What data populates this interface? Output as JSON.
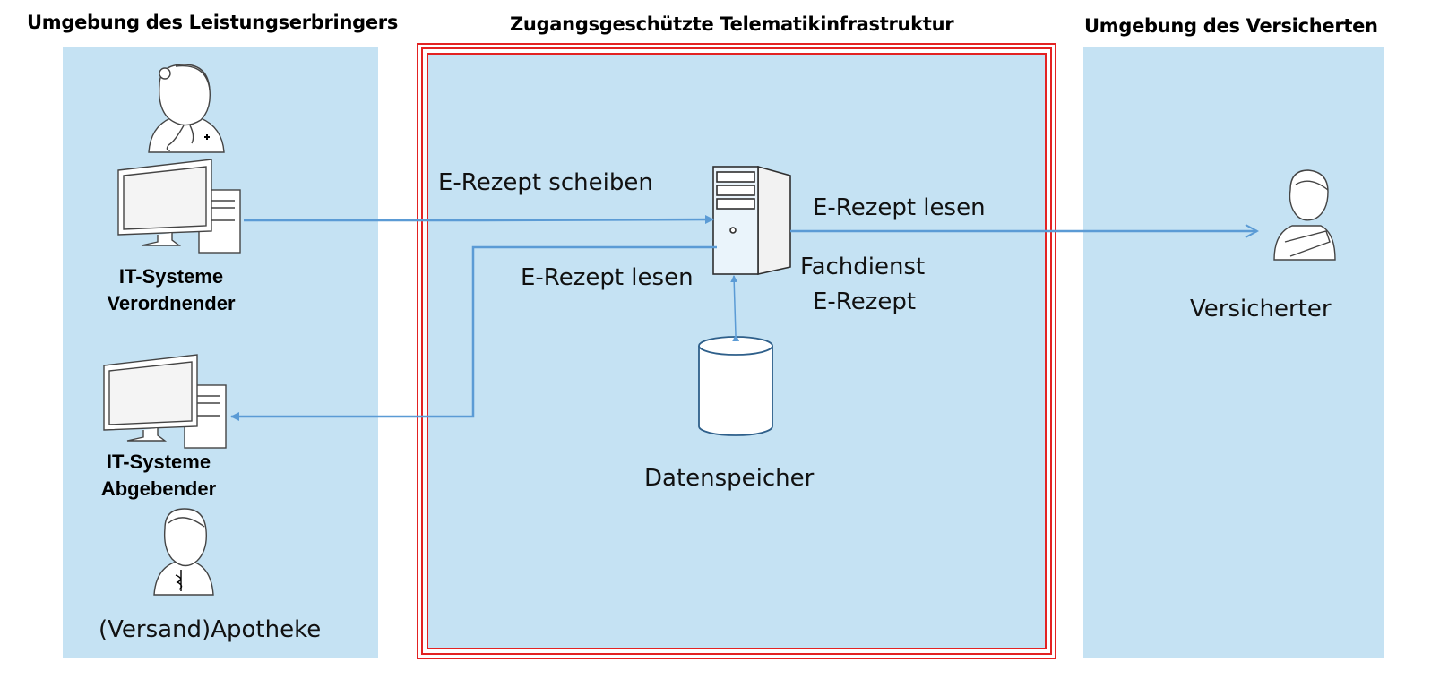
{
  "headings": {
    "provider_env": "Umgebung des Leistungserbringers",
    "telematics": "Zugangsgeschützte Telematikinfrastruktur",
    "insured_env": "Umgebung des Versicherten"
  },
  "nodes": {
    "prescriber_line1": "IT-Systeme",
    "prescriber_line2": "Verordnender",
    "dispenser_line1": "IT-Systeme",
    "dispenser_line2": "Abgebender",
    "pharmacy": "(Versand)Apotheke",
    "service_line1": "Fachdienst",
    "service_line2": "E-Rezept",
    "storage": "Datenspeicher",
    "insured": "Versicherter"
  },
  "edges": {
    "write": "E-Rezept scheiben",
    "read_pharmacy": "E-Rezept lesen",
    "read_insured": "E-Rezept lesen"
  },
  "colors": {
    "panel": "#c5e2f3",
    "frame": "#e32222",
    "arrow": "#5b9bd5",
    "outline": "#2e5f8a"
  },
  "icons": [
    "doctor-icon",
    "computer-icon",
    "server-icon",
    "database-icon",
    "pharmacist-icon",
    "patient-icon"
  ]
}
